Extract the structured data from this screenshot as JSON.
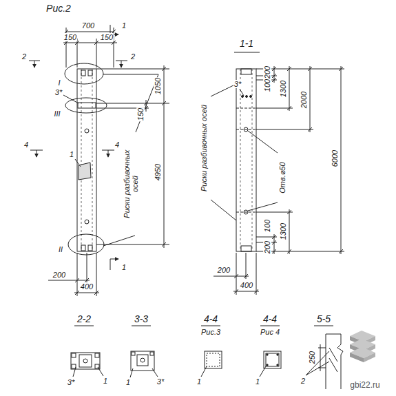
{
  "diagram": {
    "title": "Рис.2",
    "labels": [
      "700",
      "150",
      "150",
      "1",
      "2",
      "2",
      "I",
      "3*",
      "III",
      "1050",
      "150",
      "4950",
      "4",
      "4",
      "Риски разбивочных осей",
      "1",
      "II",
      "1",
      "200",
      "400",
      "1-1",
      "200",
      "100",
      "1300",
      "2000",
      "3*",
      "Отв.⌀50",
      "6000",
      "Риски разбивочных осей",
      "100",
      "1300",
      "200",
      "200",
      "400",
      "2-2",
      "3-3",
      "4-4",
      "Рис.3",
      "4-4",
      "Рис 4",
      "5-5",
      "3*",
      "1",
      "1",
      "3*",
      "1",
      "1",
      "250",
      "2",
      "gbi22.ru"
    ]
  }
}
